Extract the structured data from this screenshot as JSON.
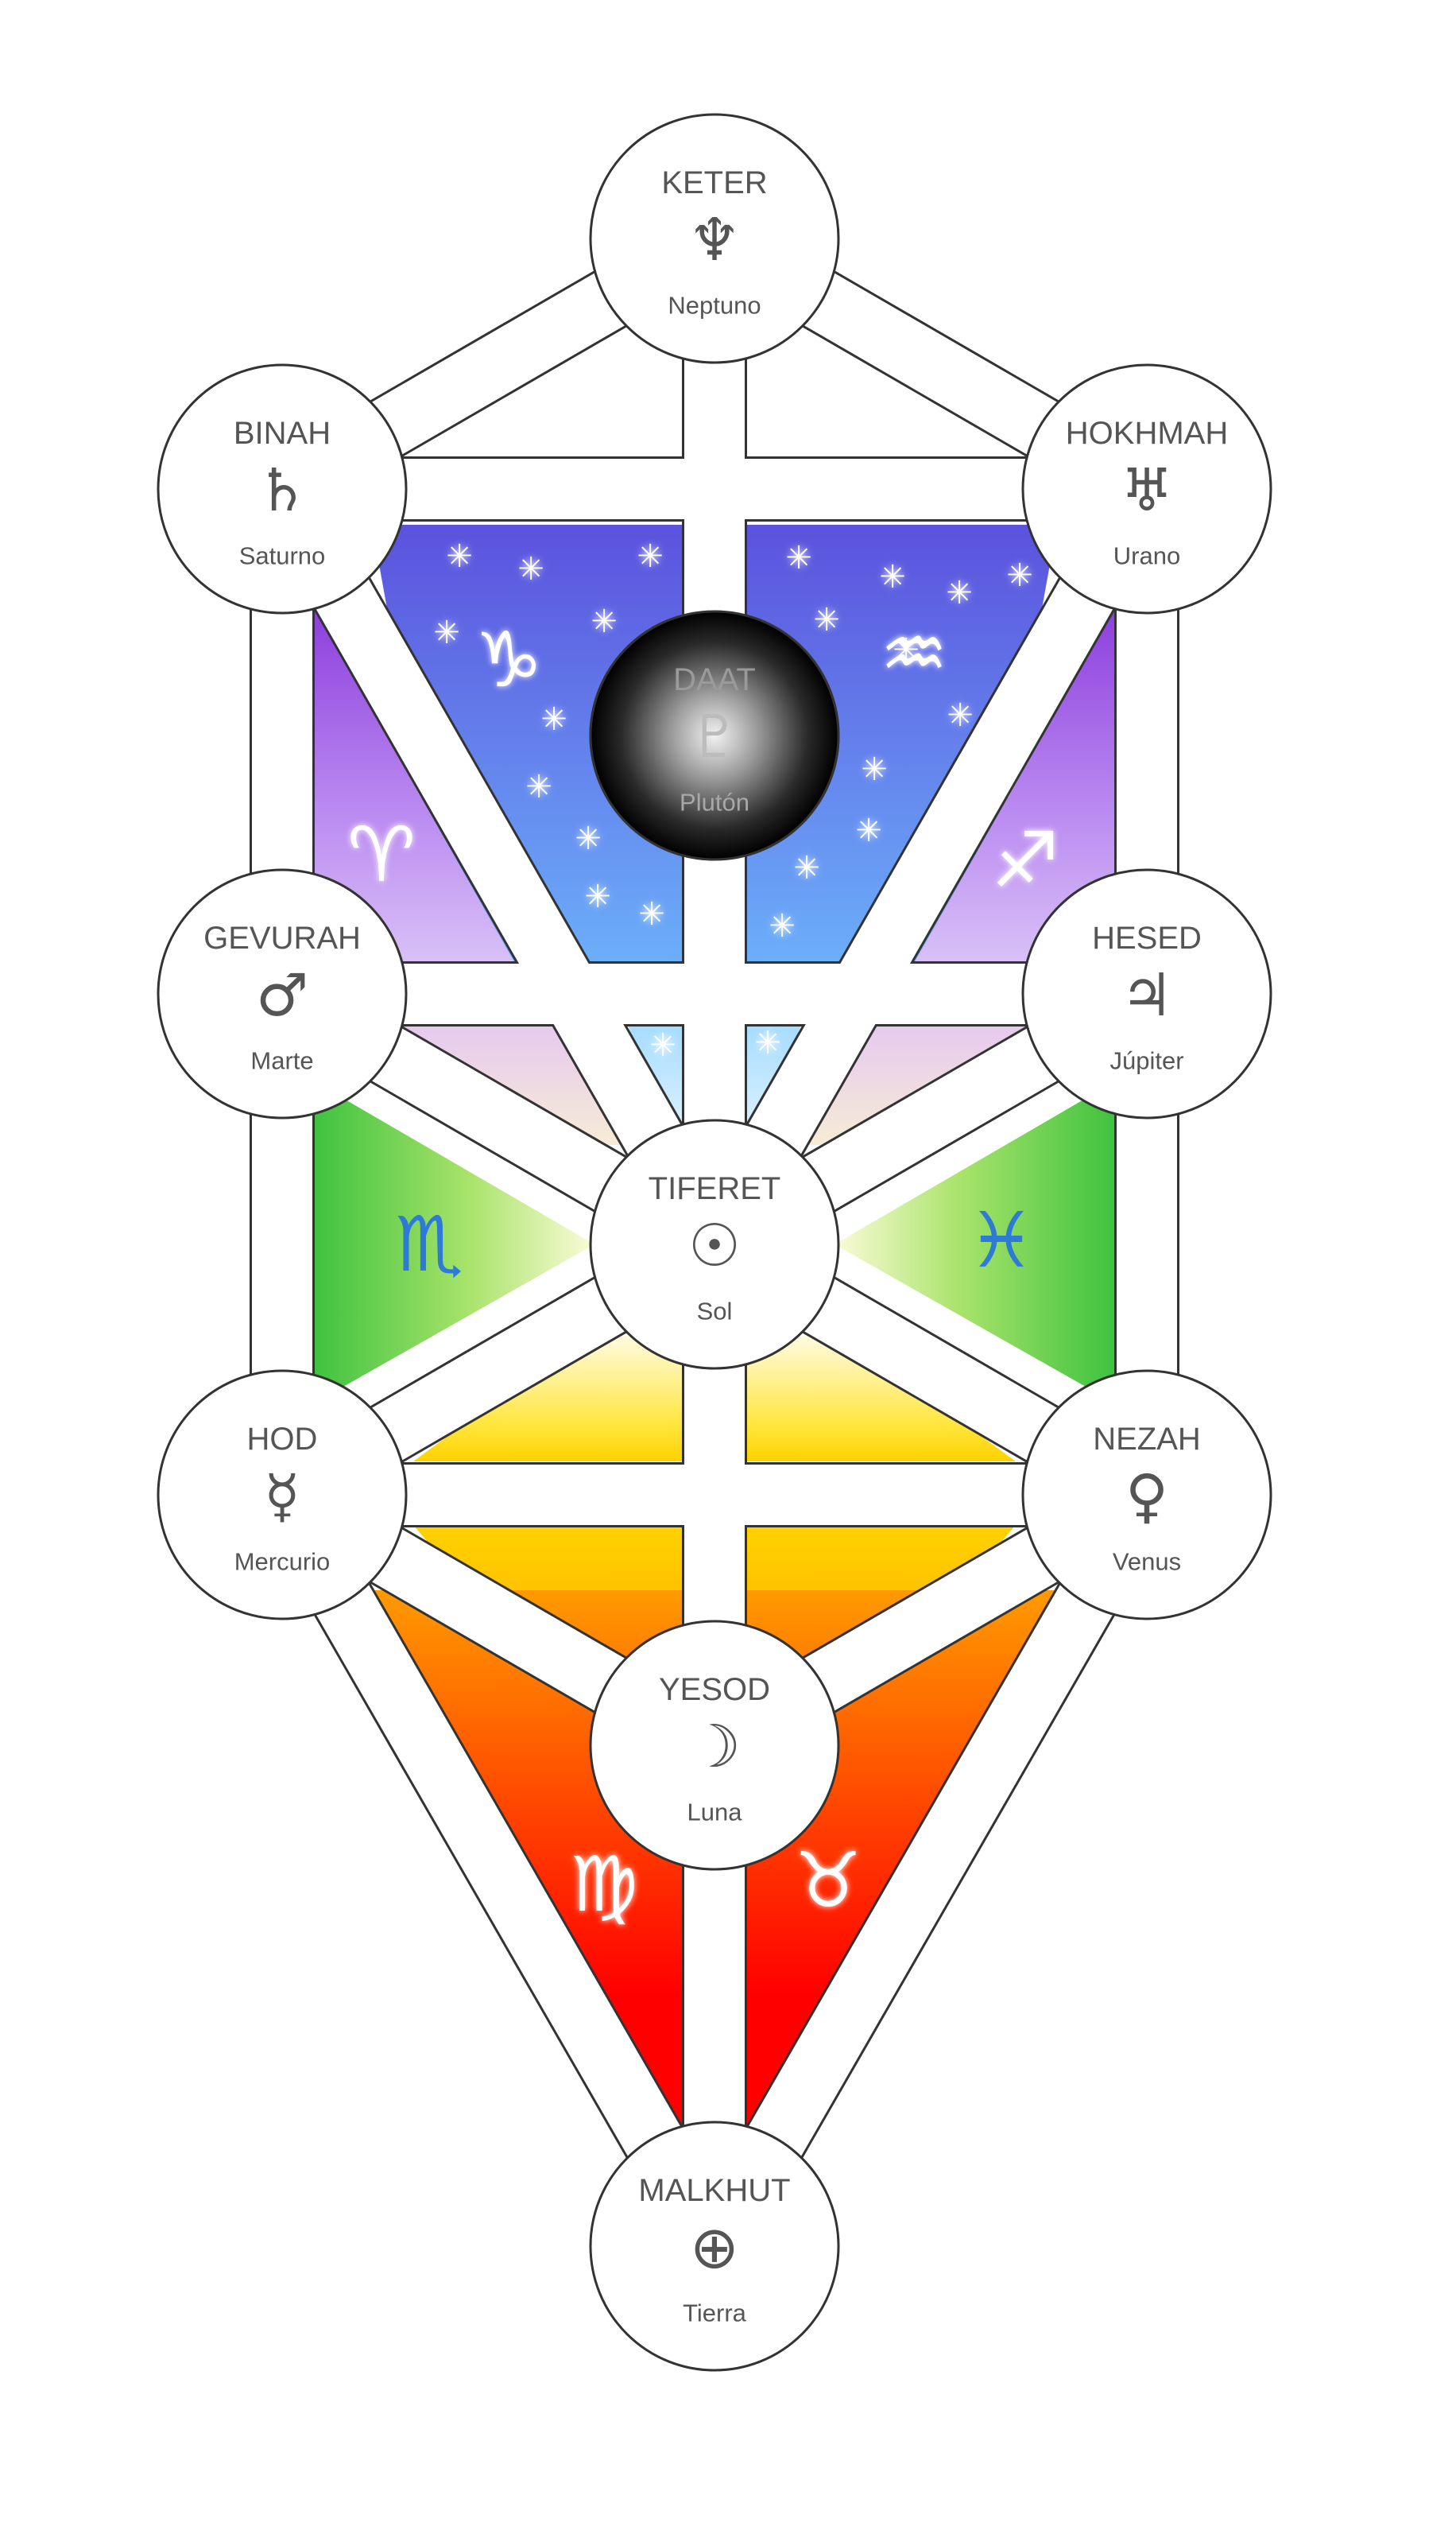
{
  "diagram": {
    "sefirot": [
      {
        "id": "keter",
        "name": "KETER",
        "symbol": "♆",
        "planet": "Neptuno"
      },
      {
        "id": "hokhmah",
        "name": "HOKHMAH",
        "symbol": "♅",
        "planet": "Urano"
      },
      {
        "id": "binah",
        "name": "BINAH",
        "symbol": "♄",
        "planet": "Saturno"
      },
      {
        "id": "daat",
        "name": "DAAT",
        "symbol": "♇",
        "planet": "Plutón"
      },
      {
        "id": "hesed",
        "name": "HESED",
        "symbol": "♃",
        "planet": "Júpiter"
      },
      {
        "id": "gevurah",
        "name": "GEVURAH",
        "symbol": "♂",
        "planet": "Marte"
      },
      {
        "id": "tiferet",
        "name": "TIFERET",
        "symbol": "☉",
        "planet": "Sol"
      },
      {
        "id": "nezah",
        "name": "NEZAH",
        "symbol": "♀",
        "planet": "Venus"
      },
      {
        "id": "hod",
        "name": "HOD",
        "symbol": "☿",
        "planet": "Mercurio"
      },
      {
        "id": "yesod",
        "name": "YESOD",
        "symbol": "☽",
        "planet": "Luna"
      },
      {
        "id": "malkhut",
        "name": "MALKHUT",
        "symbol": "⊕",
        "planet": "Tierra"
      }
    ],
    "zodiac": [
      {
        "id": "capricorn",
        "symbol": "♑",
        "color": "#ffffff"
      },
      {
        "id": "aquarius",
        "symbol": "♒",
        "color": "#ffffff"
      },
      {
        "id": "aries",
        "symbol": "♈",
        "color": "#ffffff"
      },
      {
        "id": "sagittarius",
        "symbol": "♐",
        "color": "#ffffff"
      },
      {
        "id": "scorpio",
        "symbol": "♏",
        "color": "#2e7bd6"
      },
      {
        "id": "pisces",
        "symbol": "♓",
        "color": "#2e7bd6"
      },
      {
        "id": "leo",
        "symbol": "♌",
        "color": "#e8501e"
      },
      {
        "id": "gemini",
        "symbol": "♊",
        "color": "#f0b010"
      },
      {
        "id": "libra",
        "symbol": "♎",
        "color": "#f0b010"
      },
      {
        "id": "cancer",
        "symbol": "♋",
        "color": "#3a8ee6"
      },
      {
        "id": "virgo",
        "symbol": "♍",
        "color": "#ffffff"
      },
      {
        "id": "taurus",
        "symbol": "♉",
        "color": "#ffffff"
      }
    ],
    "colors": {
      "stroke": "#333333",
      "text": "#555555",
      "supernal_top": "#5b52dd",
      "supernal_bottom": "#6fc0ff",
      "side_purple": "#8c3fdc",
      "green": "#3fc23f",
      "yellow": "#ffd200",
      "orange": "#ff8c00",
      "red": "#ff0000",
      "daat_center": "#f2f2f2",
      "daat_edge": "#000000"
    }
  }
}
